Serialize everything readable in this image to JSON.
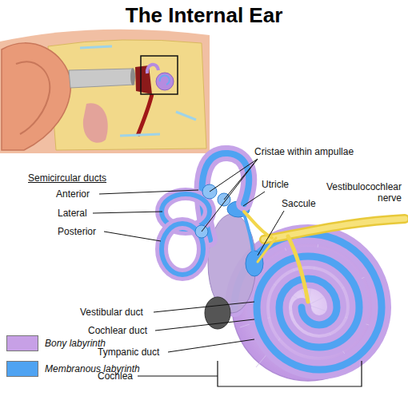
{
  "diagram": {
    "title": "The Internal Ear",
    "labels": [
      "Semicircular ducts",
      "Anterior",
      "Lateral",
      "Posterior",
      "Cristae within ampullae",
      "Utricle",
      "Saccule",
      "Vestibulocochlear nerve",
      "Vestibular duct",
      "Cochlear duct",
      "Tympanic duct",
      "Cochlea"
    ],
    "legend": [
      {
        "text": "Bony labyrinth",
        "color": "#c7a0e6"
      },
      {
        "text": "Membranous labyrinth",
        "color": "#4fa3f2"
      }
    ]
  }
}
